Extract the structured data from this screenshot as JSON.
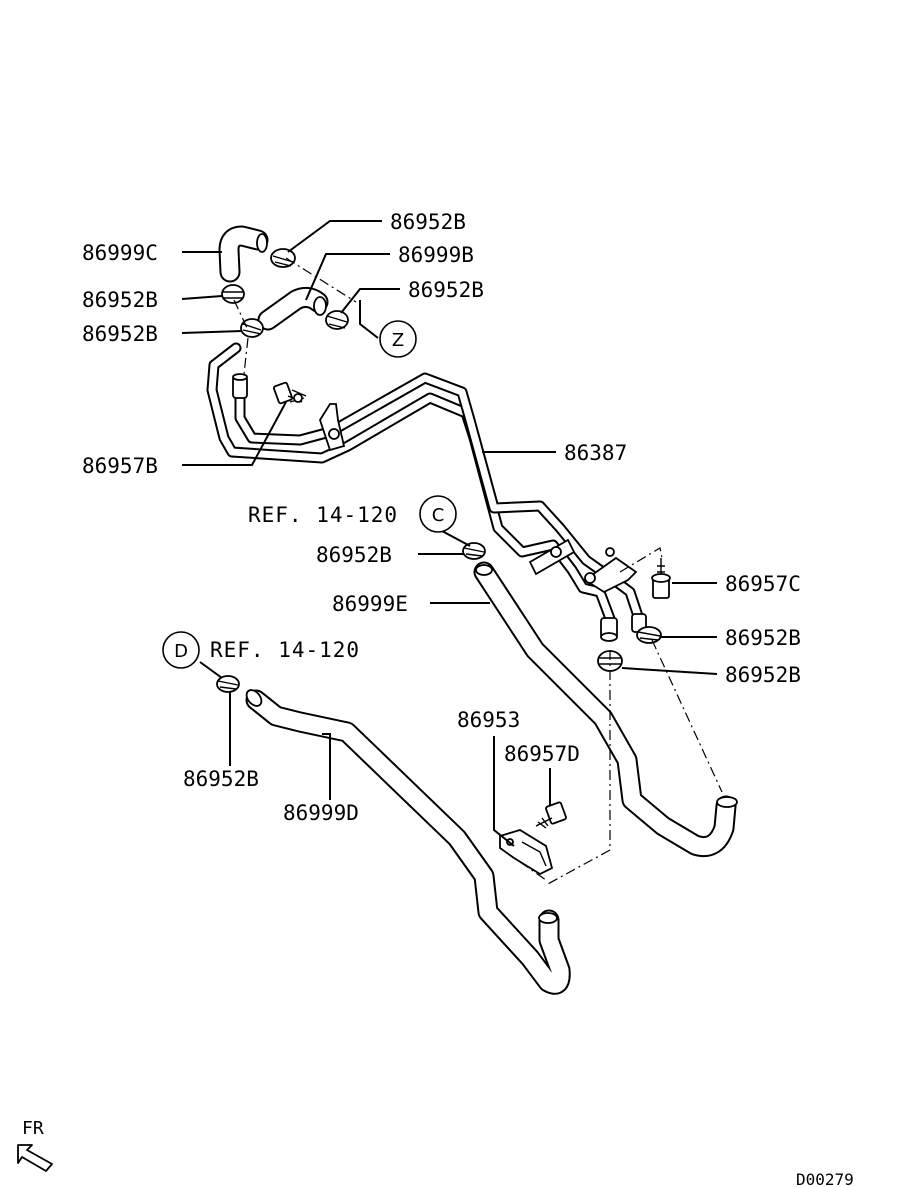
{
  "labels": {
    "p_86952B_1": "86952B",
    "p_86999C": "86999C",
    "p_86999B": "86999B",
    "p_86952B_2": "86952B",
    "p_86952B_3": "86952B",
    "p_86952B_4": "86952B",
    "p_86387": "86387",
    "p_86957B": "86957B",
    "p_86952B_5": "86952B",
    "p_86999E": "86999E",
    "p_86957C": "86957C",
    "p_86952B_6": "86952B",
    "p_86952B_7": "86952B",
    "p_86953": "86953",
    "p_86957D": "86957D",
    "p_86952B_8": "86952B",
    "p_86999D": "86999D"
  },
  "references": {
    "ref_c": "REF. 14-120",
    "ref_d": "REF. 14-120"
  },
  "callouts": {
    "z": "Z",
    "c": "C",
    "d": "D"
  },
  "orientation": {
    "label": "FR",
    "arrow_icon": "front-arrow-icon"
  },
  "diagram_code": "D00279"
}
